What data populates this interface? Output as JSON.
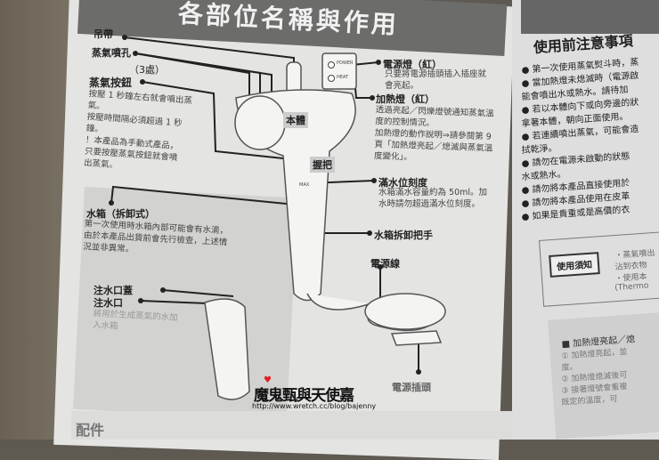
{
  "header": {
    "title": "各部位名稱與作用"
  },
  "labels": {
    "strap": "吊帶",
    "steam_holes": "蒸氣噴孔",
    "steam_holes_count": "（3處）",
    "steam_button": "蒸氣按鈕",
    "steam_button_desc": [
      "按壓 1 秒鐘左右就會噴出蒸",
      "氣。",
      "按壓時間隔必須超過 1 秒",
      "鐘。"
    ],
    "steam_button_note": [
      "！本產品為手動式產品，",
      "只要按壓蒸氣按鈕就會噴",
      "出蒸氣。"
    ],
    "body": "本體",
    "handle": "握把",
    "power_led": "電源燈（紅）",
    "power_led_desc": [
      "只要將電源插頭插入插座就",
      "會亮起。"
    ],
    "heat_led": "加熱燈（紅）",
    "heat_led_desc": [
      "透過亮起／閃爍燈號通知蒸氣溫",
      "度的控制情況。",
      "加熱燈的動作說明⇒請參閱第 9",
      "頁「加熱燈亮起／熄滅與蒸氣溫",
      "度變化」。"
    ],
    "panel_power": "POWER",
    "panel_heat": "HEAT",
    "max_mark": "MAX",
    "water_level": "滿水位刻度",
    "water_level_desc": [
      "水箱滿水容量約為 50ml。加",
      "水時請勿超過滿水位刻度。"
    ],
    "tank_release": "水箱拆卸把手",
    "water_tank": "水箱（拆卸式）",
    "water_tank_desc": [
      "第一次使用時水箱內部可能會有水滴，",
      "由於本產品出貨前會先行檢查，上述情",
      "況並非異常。"
    ],
    "fill_cap": "注水口蓋",
    "fill_port": "注水口",
    "fill_port_desc": [
      "將用於生成蒸氣的水加",
      "入水箱"
    ],
    "power_cord": "電源線",
    "power_plug": "電源插頭",
    "accessories": "配件"
  },
  "right_page": {
    "title": "使用前注意事項",
    "lines": [
      "● 第一次使用蒸氣熨斗時，蒸",
      "● 當加熱燈未熄滅時（電源啟",
      "   能會噴出水或熱水。請待加",
      "● 若以本體向下或向旁邊的狀",
      "   拿著本體，朝向正面使用。",
      "● 若連續噴出蒸氣，可能會造",
      "   拭乾淨。",
      "● 請勿在電源未啟動的狀態",
      "   水或熱水。",
      "● 請勿將本產品直接使用於",
      "● 請勿將本產品使用在皮革",
      "● 如果是貴重或是高價的衣"
    ],
    "notice_button": "使用須知",
    "notice_lines": [
      "・蒸氣噴出",
      "  沾到衣物",
      "・使用本",
      "  (Thermo"
    ],
    "heat_title": "■ 加熱燈亮起／熄",
    "heat_lines": [
      "① 加熱燈亮起，並",
      "   度。",
      "② 加熱燈熄滅後可",
      "③ 接著燈號會重複",
      "   既定的溫度，可"
    ]
  },
  "watermark": {
    "name": "魔鬼甄與天使嘉",
    "url": "http://www.wretch.cc/blog/bajenny"
  }
}
